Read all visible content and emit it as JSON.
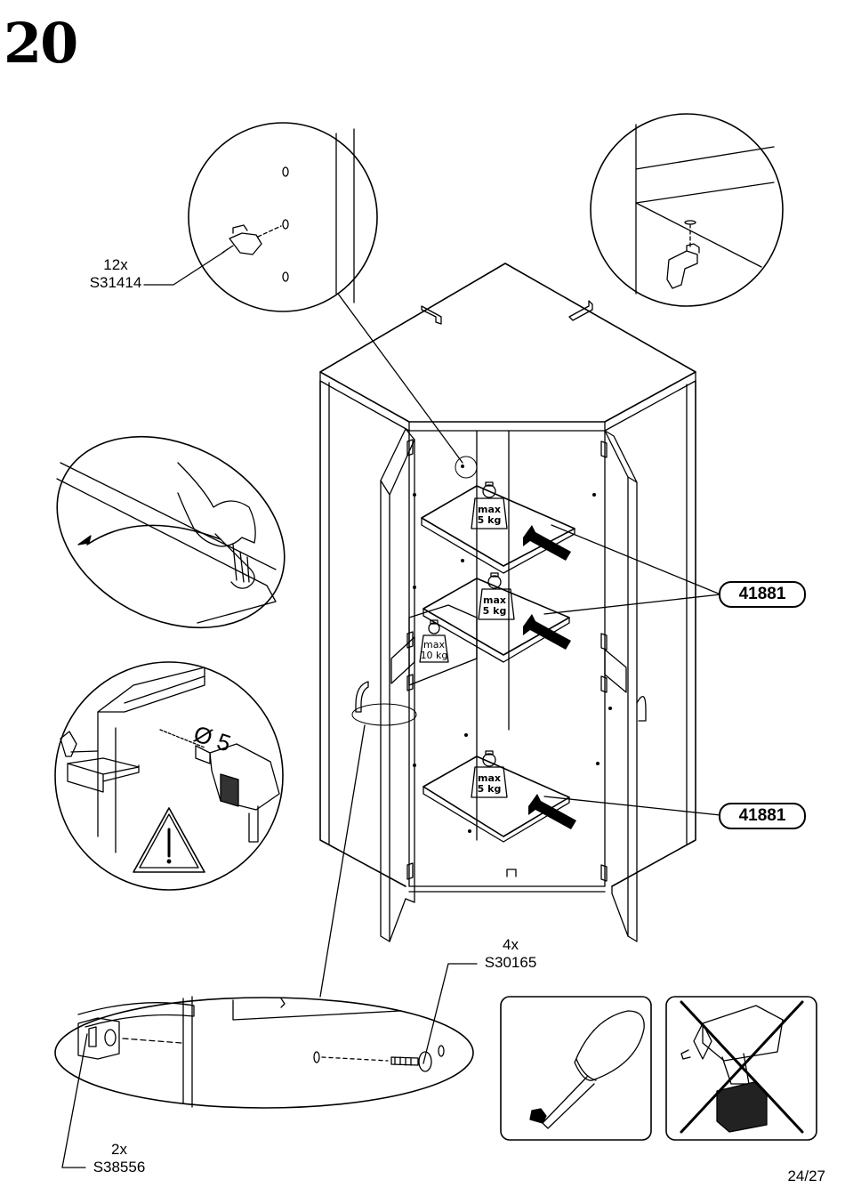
{
  "step_number": "20",
  "callouts": {
    "bracket_qty": "12x",
    "bracket_code": "S31414",
    "screw_qty": "4x",
    "screw_code": "S30165",
    "handle_qty": "2x",
    "handle_code": "S38556",
    "shelf_part_top": "41881",
    "shelf_part_bottom": "41881"
  },
  "load_labels": {
    "top_shelf": [
      "max",
      "5 kg"
    ],
    "middle_shelf": [
      "max",
      "5 kg"
    ],
    "corner_shelf": [
      "max",
      "10 kg"
    ],
    "bottom_shelf": [
      "max",
      "5 kg"
    ]
  },
  "drill_diameter": "Ø 5",
  "tools": {
    "allowed": "screwdriver-icon",
    "forbidden": "power-drill-crossed-icon"
  },
  "page_number": "24/27"
}
